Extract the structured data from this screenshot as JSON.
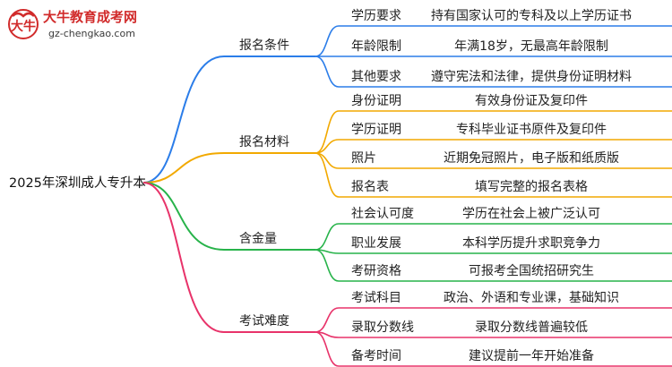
{
  "logo": {
    "brand": "大牛教育成考网",
    "url": "gz-chengkao.com"
  },
  "root": "2025年深圳成人专升本",
  "branches": [
    {
      "label": "报名条件",
      "color": "#2b7de9",
      "items": [
        {
          "key": "学历要求",
          "value": "持有国家认可的专科及以上学历证书"
        },
        {
          "key": "年龄限制",
          "value": "年满18岁，无最高年龄限制"
        },
        {
          "key": "其他要求",
          "value": "遵守宪法和法律，提供身份证明材料"
        }
      ]
    },
    {
      "label": "报名材料",
      "color": "#f2a900",
      "items": [
        {
          "key": "身份证明",
          "value": "有效身份证及复印件"
        },
        {
          "key": "学历证明",
          "value": "专科毕业证书原件及复印件"
        },
        {
          "key": "照片",
          "value": "近期免冠照片，电子版和纸质版"
        },
        {
          "key": "报名表",
          "value": "填写完整的报名表格"
        }
      ]
    },
    {
      "label": "含金量",
      "color": "#27b34a",
      "items": [
        {
          "key": "社会认可度",
          "value": "学历在社会上被广泛认可"
        },
        {
          "key": "职业发展",
          "value": "本科学历提升求职竞争力"
        },
        {
          "key": "考研资格",
          "value": "可报考全国统招研究生"
        }
      ]
    },
    {
      "label": "考试难度",
      "color": "#e8336a",
      "items": [
        {
          "key": "考试科目",
          "value": "政治、外语和专业课，基础知识"
        },
        {
          "key": "录取分数线",
          "value": "录取分数线普遍较低"
        },
        {
          "key": "备考时间",
          "value": "建议提前一年开始准备"
        }
      ]
    }
  ]
}
